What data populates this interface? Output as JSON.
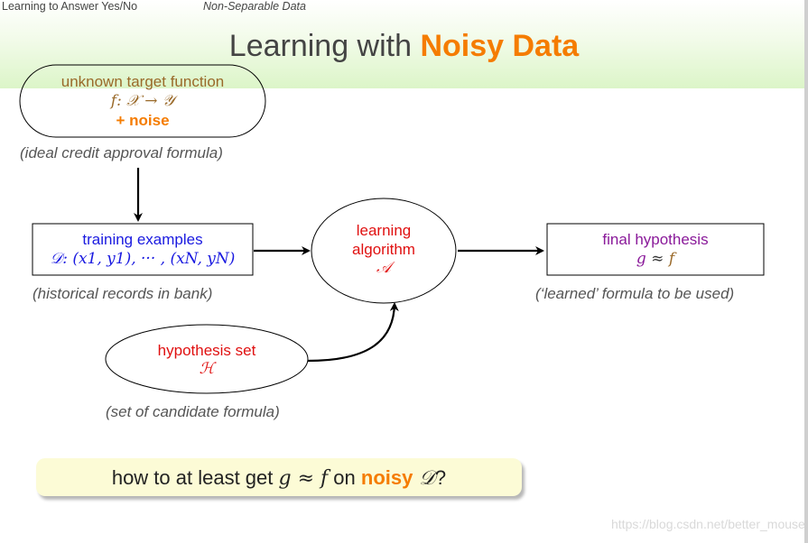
{
  "header": {
    "section": "Learning to Answer Yes/No",
    "subsection": "Non-Separable Data"
  },
  "title": {
    "prefix": "Learning with ",
    "highlight": "Noisy Data"
  },
  "target": {
    "line1": "unknown target function",
    "line2_pre": "f",
    "line2_rest": ": 𝒳 → 𝒴",
    "line3": "+ noise",
    "caption": "(ideal credit approval formula)"
  },
  "training": {
    "line1": "training examples",
    "line2_d": "𝒟",
    "line2_rest": ": (x1, y1), ··· , (xN, yN)",
    "caption": "(historical records in bank)"
  },
  "algorithm": {
    "line1": "learning",
    "line2": "algorithm",
    "line3": "𝒜"
  },
  "final": {
    "line1": "final hypothesis",
    "line2_g": "g",
    "line2_approx": " ≈ ",
    "line2_f": "f",
    "caption": "(‘learned’ formula to be used)"
  },
  "hypset": {
    "line1": "hypothesis set",
    "line2": "ℋ",
    "caption": "(set of candidate formula)"
  },
  "question": {
    "pre": "how to at least get ",
    "g": "g",
    "approx": " ≈ ",
    "f": "f",
    "on": " on ",
    "noisy": "noisy",
    "d": " 𝒟",
    "end": "?"
  },
  "watermark": "https://blog.csdn.net/better_mouse"
}
